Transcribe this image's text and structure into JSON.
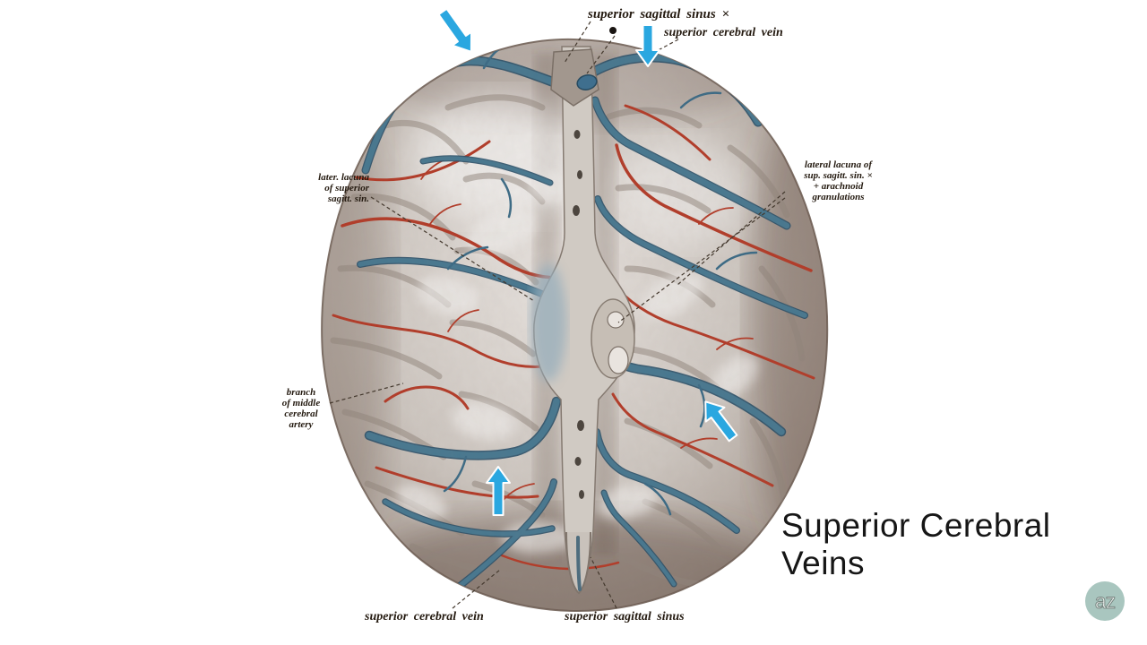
{
  "slide": {
    "title": "Superior Cerebral Veins",
    "background": "#ffffff",
    "logo_text": "az"
  },
  "labels": {
    "top_sinus": "superior sagittal sinus ×",
    "top_vein": "superior cerebral vein",
    "left_lacuna": "later. lacuna\nof superior\nsagitt. sin.",
    "right_lacuna": "lateral lacuna of\nsup. sagitt. sin. ×\n+ arachnoid\ngranulations",
    "left_artery": "branch\nof middle\ncerebral\nartery",
    "bottom_vein": "superior cerebral vein",
    "bottom_sinus": "superior sagittal sinus"
  },
  "arrows": [
    {
      "position": "top-left",
      "direction": "down-right"
    },
    {
      "position": "top-center",
      "direction": "down"
    },
    {
      "position": "right",
      "direction": "up-left"
    },
    {
      "position": "bottom-center",
      "direction": "up"
    }
  ],
  "colors": {
    "artery_red": "#b23b28",
    "vein_blue": "#41718e",
    "arrow_cyan": "#2aa7e0",
    "brain_surface": "#cfc8c2",
    "logo_background": "#a9c6bf"
  }
}
